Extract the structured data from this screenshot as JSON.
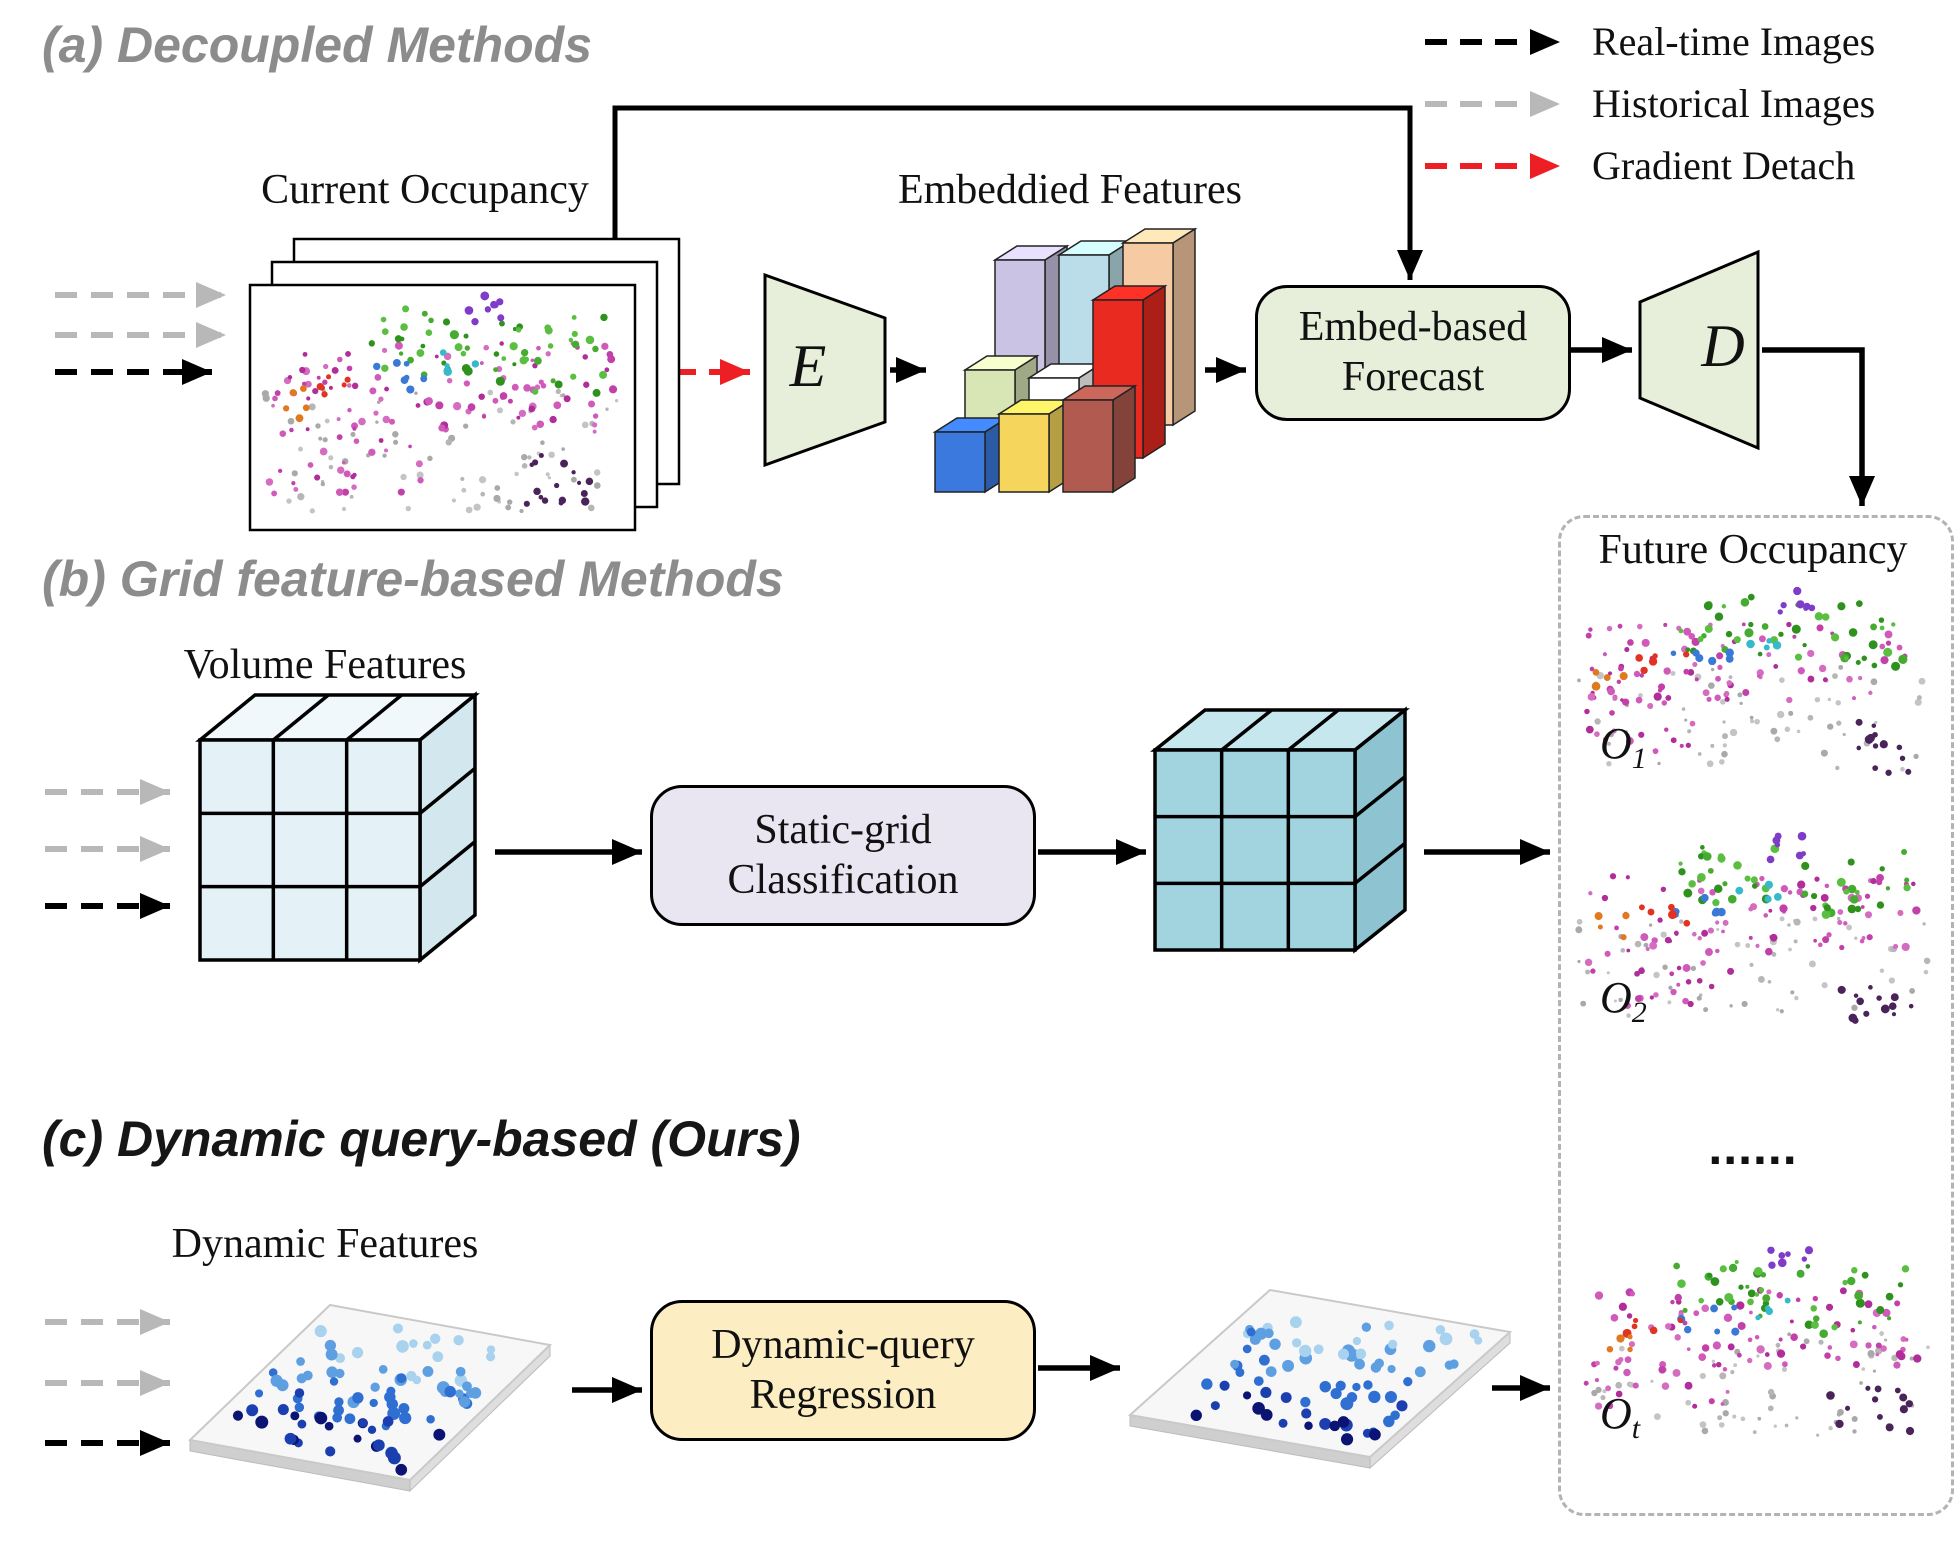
{
  "figure": {
    "sections": {
      "a": {
        "title": "(a) Decoupled Methods",
        "input_label": "Current Occupancy",
        "features_label": "Embeddied Features",
        "encoder": "E",
        "forecast_box": "Embed-based\nForecast",
        "decoder": "D"
      },
      "b": {
        "title": "(b) Grid feature-based Methods",
        "input_label": "Volume Features",
        "box": "Static-grid\nClassification"
      },
      "c": {
        "title": "(c) Dynamic query-based (Ours)",
        "input_label": "Dynamic Features",
        "box": "Dynamic-query\nRegression"
      }
    },
    "legend": {
      "items": [
        {
          "name": "real-time-arrow",
          "label": "Real-time Images",
          "color": "#000000"
        },
        {
          "name": "historical-arrow",
          "label": "Historical Images",
          "color": "#b8b8b8"
        },
        {
          "name": "gradient-detach-arrow",
          "label": "Gradient Detach",
          "color": "#ed1f24"
        }
      ]
    },
    "future_panel": {
      "title": "Future Occupancy",
      "ellipsis": "......",
      "outputs": [
        {
          "base": "O",
          "sub": "1"
        },
        {
          "base": "O",
          "sub": "2"
        },
        {
          "base": "O",
          "sub": "t"
        }
      ]
    }
  }
}
